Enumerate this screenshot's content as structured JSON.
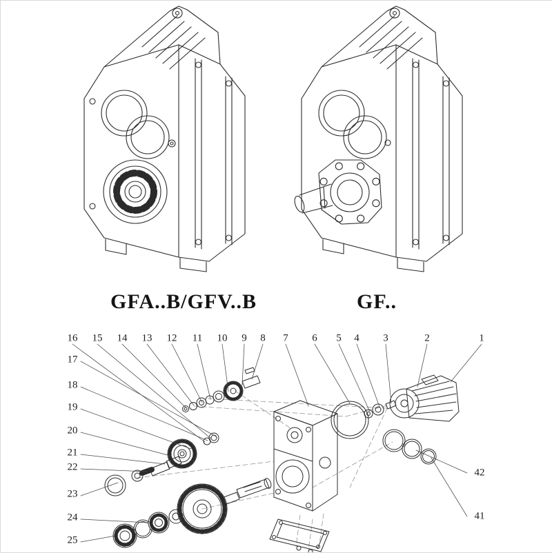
{
  "page": {
    "background": "#ffffff",
    "line_color": "#2b2b2b"
  },
  "models": {
    "left_label": "GFA..B/GFV..B",
    "right_label": "GF.."
  },
  "parts_diagram": {
    "top_numbers": [
      "16",
      "15",
      "14",
      "13",
      "12",
      "11",
      "10",
      "9",
      "8",
      "7",
      "6",
      "5",
      "4",
      "3",
      "2",
      "1"
    ],
    "left_numbers": [
      "17",
      "18",
      "19",
      "20",
      "21",
      "22",
      "23",
      "24",
      "25"
    ],
    "right_numbers": [
      "42",
      "41"
    ]
  }
}
